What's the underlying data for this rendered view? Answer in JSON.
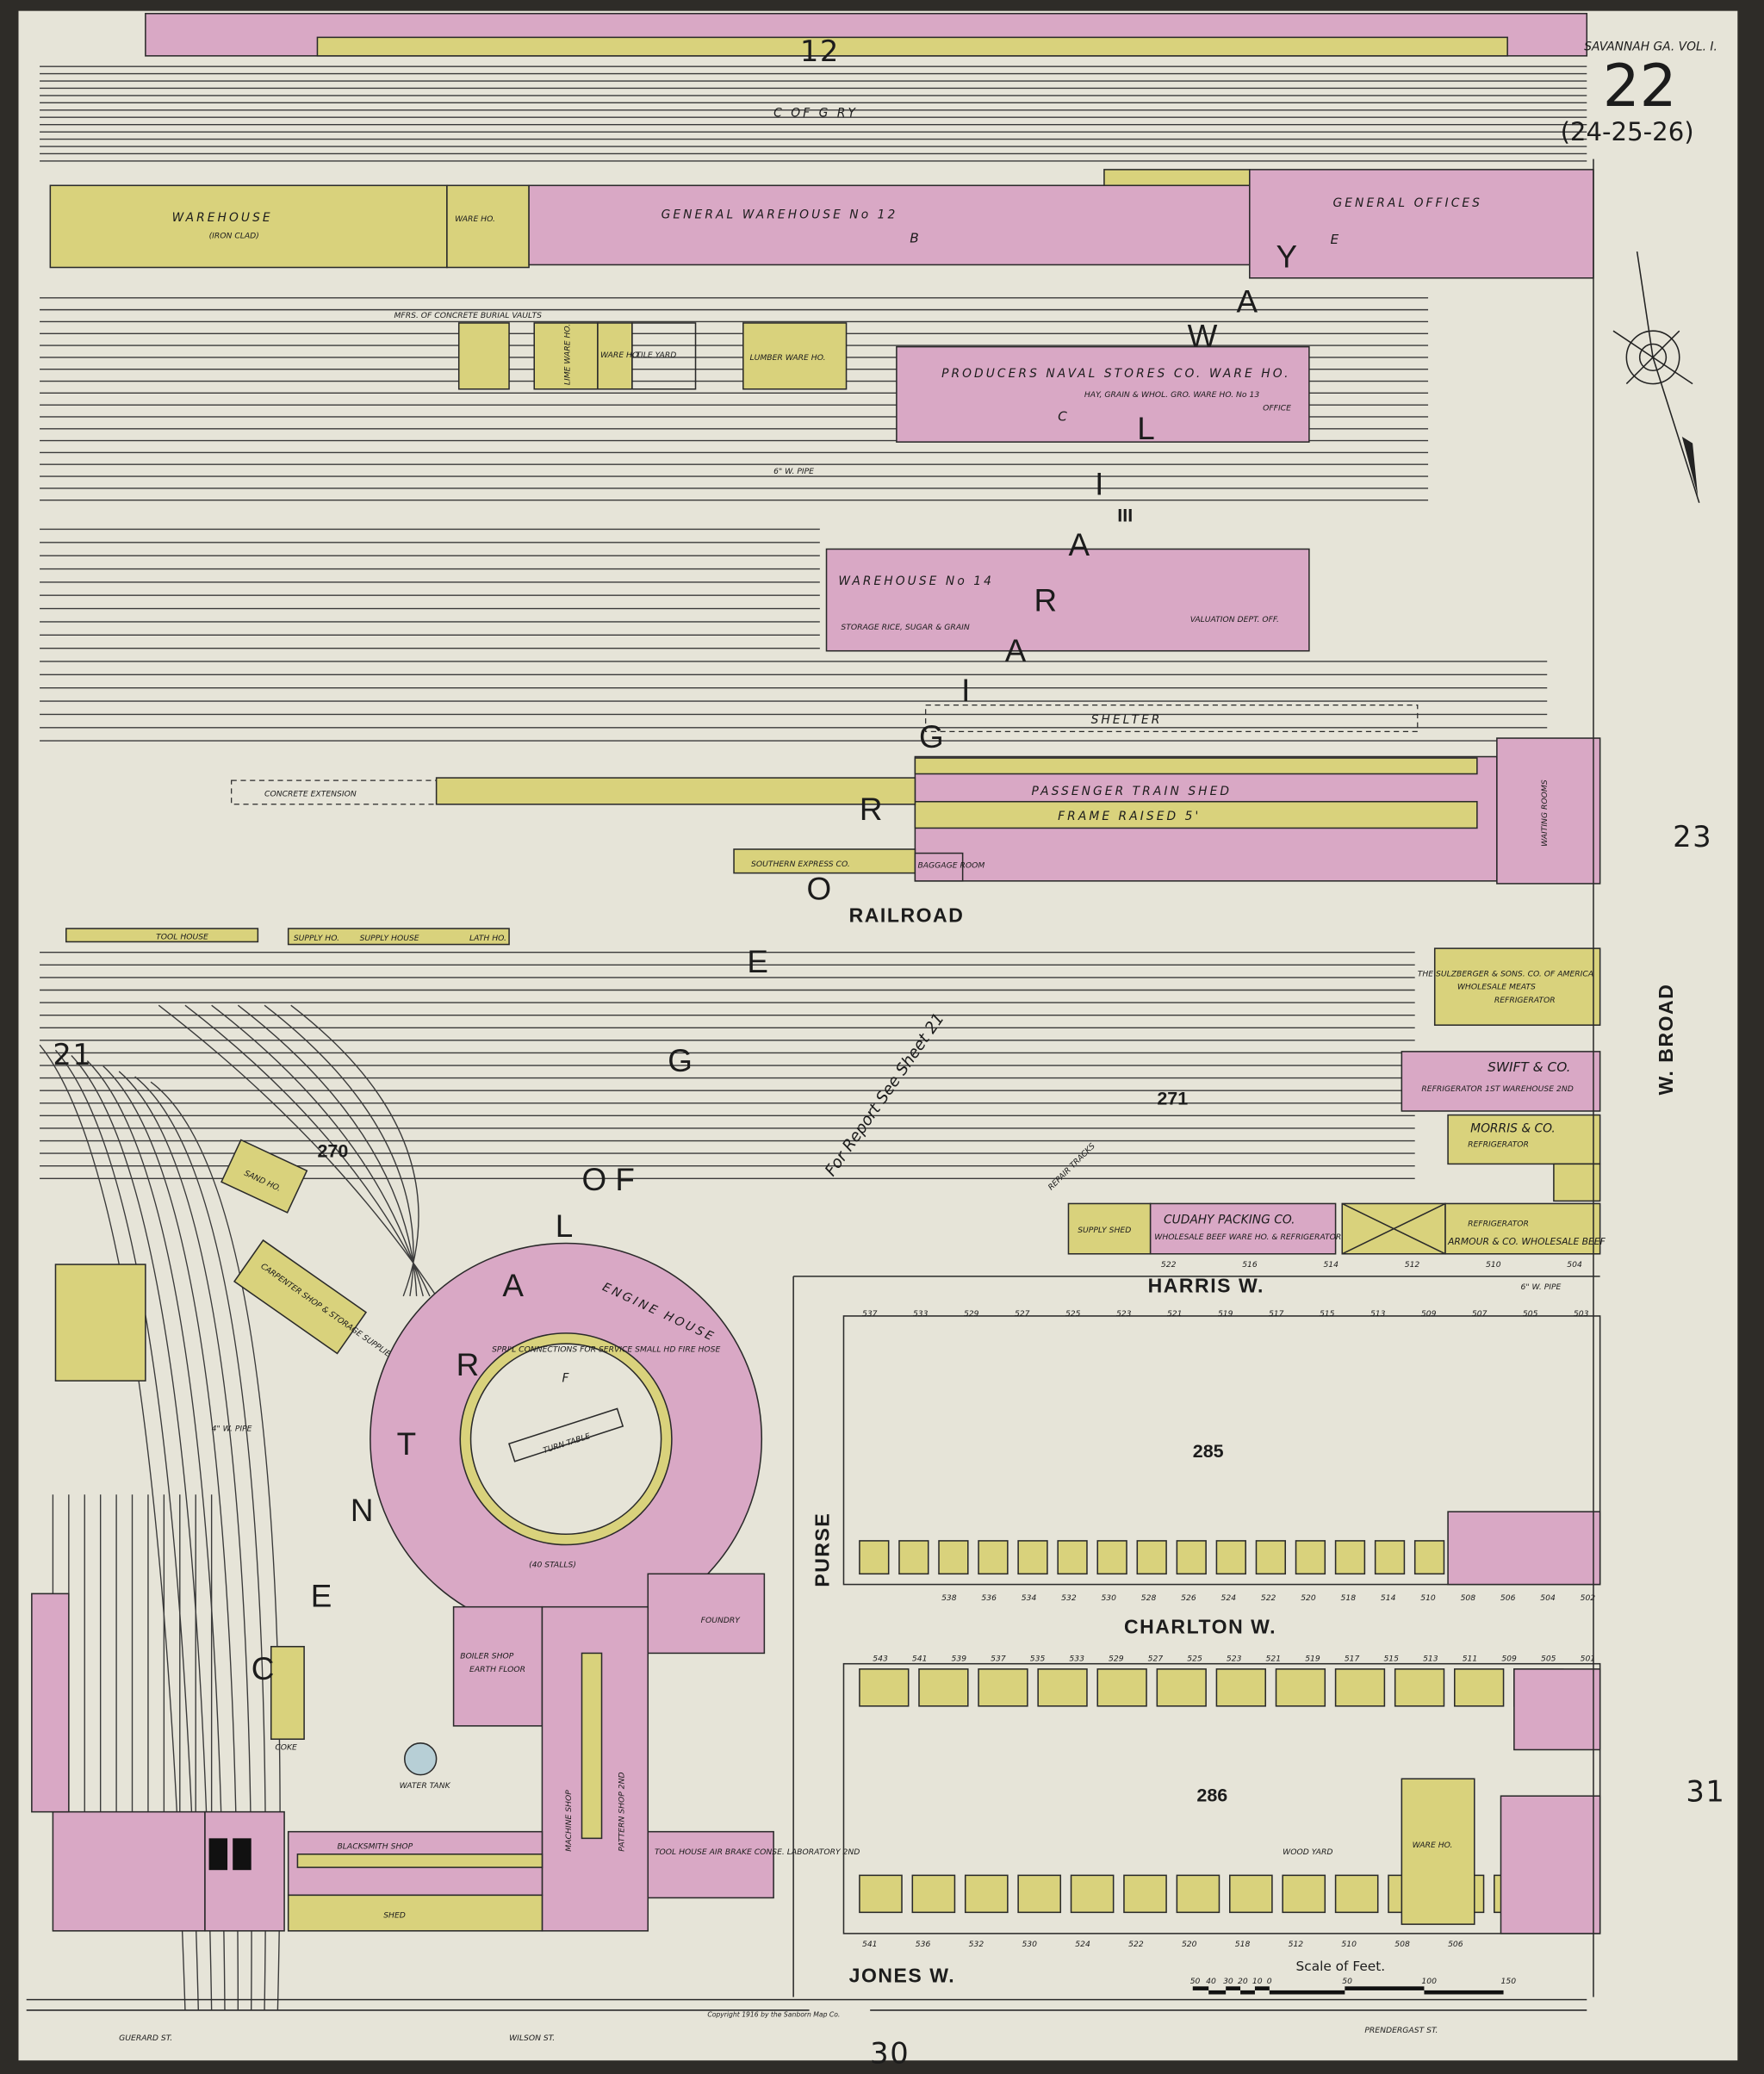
{
  "header": {
    "atlas": "SAVANNAH GA. VOL. I.",
    "sheet_number": "22",
    "adjoining_sheets": "(24-25-26)"
  },
  "colors": {
    "paper": "#e6e4d8",
    "brick": "#d9a8c5",
    "frame": "#d9d27c",
    "frame_border": "#2e2c28"
  },
  "adjacent_sheets": {
    "north": "12",
    "east": "23",
    "west": "21",
    "south": "30",
    "southeast": "31"
  },
  "blocks": {
    "b1": "270",
    "b2": "271",
    "b3": "285",
    "b4": "286",
    "b5": "III"
  },
  "streets": {
    "harris": "HARRIS W.",
    "charlton": "CHARLTON W.",
    "jones": "JONES W.",
    "broad": "W. BROAD",
    "purse": "PURSE",
    "guerard": "GUERARD ST.",
    "wilson": "WILSON ST.",
    "prendergast": "PRENDERGAST ST.",
    "railroad": "RAILROAD"
  },
  "railway": {
    "cofgry": "C OF G RY",
    "letters_georgia": [
      "G",
      "E",
      "O",
      "R",
      "G",
      "I",
      "A"
    ],
    "letters_railway": [
      "R",
      "A",
      "I",
      "L",
      "W",
      "A",
      "Y"
    ],
    "letters_central": [
      "C",
      "E",
      "N",
      "T",
      "R",
      "A",
      "L"
    ],
    "of": "O F",
    "report": "For Report See Sheet 21",
    "repair": "REPAIR TRACKS"
  },
  "buildings": {
    "warehouse": "WAREHOUSE",
    "iron_clad": "(IRON CLAD)",
    "ware_ho": "WARE HO.",
    "general_warehouse": "GENERAL WAREHOUSE No 12",
    "gw_letter": "B",
    "general_offices": "GENERAL OFFICES",
    "go_letter": "E",
    "concrete_vaults": "MFRS. OF CONCRETE BURIAL VAULTS",
    "lime": "LIME WARE HO.",
    "ware_ho2": "WARE HO.",
    "tile_yard": "TILE YARD",
    "lumber": "LUMBER WARE HO.",
    "producers": "PRODUCERS NAVAL STORES CO. WARE HO.",
    "hay": "HAY, GRAIN & WHOL. GRO. WARE HO. No 13",
    "prod_letter": "C",
    "office": "OFFICE",
    "warehouse14": "WAREHOUSE No 14",
    "storage": "STORAGE RICE, SUGAR & GRAIN",
    "valuation": "VALUATION DEPT. OFF.",
    "shelter": "SHELTER",
    "passenger": "PASSENGER TRAIN SHED",
    "frame_raised": "FRAME RAISED 5'",
    "waiting": "WAITING ROOMS",
    "concrete_ext": "CONCRETE EXTENSION",
    "southern_express": "SOUTHERN EXPRESS CO.",
    "baggage": "BAGGAGE ROOM",
    "tool_house": "TOOL HOUSE",
    "supply_house": "SUPPLY HOUSE",
    "supply_ho": "SUPPLY HO.",
    "lath_ho": "LATH HO.",
    "sulzberger": "THE SULZBERGER & SONS. CO. OF AMERICA",
    "sulz_sub": "WHOLESALE MEATS",
    "refrigerator": "REFRIGERATOR",
    "swift": "SWIFT & CO.",
    "swift_sub": "REFRIGERATOR 1ST WAREHOUSE 2ND",
    "morris": "MORRIS & CO.",
    "morris_sub": "REFRIGERATOR",
    "cudahy": "CUDAHY PACKING CO.",
    "cudahy_sub": "WHOLESALE BEEF WARE HO. & REFRIGERATOR",
    "supply_shed": "SUPPLY SHED",
    "armour": "ARMOUR & CO. WHOLESALE BEEF",
    "armour_sub": "REFRIGERATOR",
    "engine_house": "ENGINE HOUSE",
    "engine_note": "SPRI'L CONNECTIONS FOR SERVICE SMALL HD FIRE HOSE",
    "turn_table": "TURN TABLE",
    "stalls": "(40 STALLS)",
    "eh_letter": "F",
    "foundry": "FOUNDRY",
    "earth_floor": "EARTH FLOOR",
    "boiler": "BOILER SHOP",
    "machine": "MACHINE SHOP",
    "pattern": "PATTERN SHOP 2ND",
    "blacksmith": "BLACKSMITH SHOP",
    "shed": "SHED",
    "sand_ho": "SAND HO.",
    "carpenter": "CARPENTER SHOP & STORAGE SUPPLIES",
    "tool_house2": "TOOL HOUSE AIR BRAKE CONSE. LABORATORY 2ND",
    "water_tank": "WATER TANK",
    "coke": "COKE",
    "wood_yard": "WOOD YARD",
    "ware_ho3": "WARE HO."
  },
  "house_numbers": {
    "harris": [
      "537",
      "533",
      "529",
      "527",
      "525",
      "523",
      "521",
      "519",
      "517",
      "515",
      "513",
      "509",
      "507",
      "505",
      "503"
    ],
    "charlton_n": [
      "538",
      "536",
      "534",
      "532",
      "530",
      "528",
      "526",
      "524",
      "522",
      "520",
      "518",
      "514",
      "510",
      "508",
      "506",
      "504",
      "502"
    ],
    "charlton_s": [
      "543",
      "541",
      "539",
      "537",
      "535",
      "533",
      "529",
      "527",
      "525",
      "523",
      "521",
      "519",
      "517",
      "515",
      "513",
      "511",
      "509",
      "505",
      "501"
    ],
    "jones": [
      "541",
      "536",
      "532",
      "530",
      "524",
      "522",
      "520",
      "518",
      "512",
      "510",
      "508",
      "506"
    ],
    "rail_front": [
      "522",
      "516",
      "514",
      "512",
      "510",
      "504"
    ]
  },
  "pipes": {
    "six_in": "6\" W. PIPE",
    "four_in": "4\" W. PIPE"
  },
  "scale": {
    "title": "Scale of Feet.",
    "ticks": [
      "50",
      "40",
      "30",
      "20",
      "10",
      "0",
      "50",
      "100",
      "150"
    ]
  },
  "copyright": "Copyright 1916 by the Sanborn Map Co."
}
